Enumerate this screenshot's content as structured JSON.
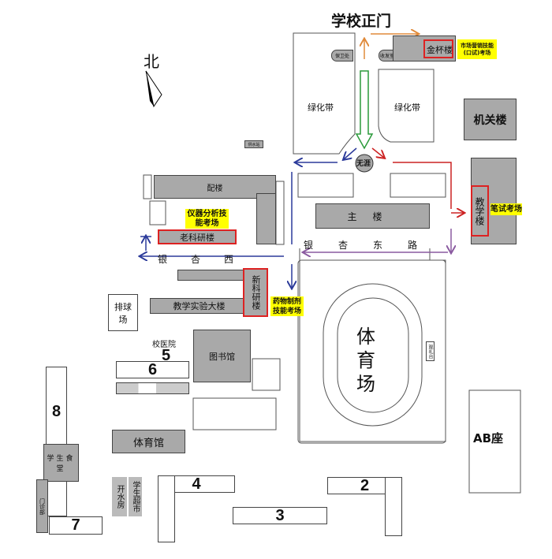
{
  "title": "学校正门",
  "north": "北",
  "landmarks": {
    "green_belt_left": "绿化带",
    "green_belt_right": "绿化带",
    "security": "保卫处",
    "reception": "收发室",
    "jinbei": "金杯楼",
    "jiguan": "机关楼",
    "jiaoxue": "教学楼",
    "wuya": "无涯",
    "main": "主楼",
    "road_east": "银杏东路",
    "road_west": "银杏西",
    "peilou": "配楼",
    "old_research": "老科研楼",
    "new_research": "新科研楼",
    "lab_building": "教学实验大楼",
    "volleyball": "排球场",
    "clinic": "校医院",
    "library": "图书馆",
    "stadium": "体育场",
    "reviewing_stand": "观礼台",
    "canteen": "学生食堂",
    "gym": "体育馆",
    "water_room": "开水房",
    "supermarket": "学生超市",
    "outpatient": "门诊部",
    "water_station": "供水站",
    "ab": "AB座"
  },
  "exam_labels": {
    "jinbei": "市场营销技能(口试)考场",
    "written": "笔试考场",
    "instrument": "仪器分析技能考场",
    "pharma": "药物制剂技能考场"
  },
  "dorms": {
    "d2": "2",
    "d3": "3",
    "d4": "4",
    "d5": "5",
    "d6": "6",
    "d7": "7",
    "d8": "8"
  },
  "colors": {
    "building": "#a9a9a9",
    "exam_highlight": "#ffff00",
    "exam_box": "#dd2222",
    "entrance_arrow": "#2a9a3a",
    "route_blue": "#2b3a9a",
    "route_red": "#cc2222",
    "route_orange": "#e08a3a",
    "route_purple": "#8a5aa0"
  }
}
